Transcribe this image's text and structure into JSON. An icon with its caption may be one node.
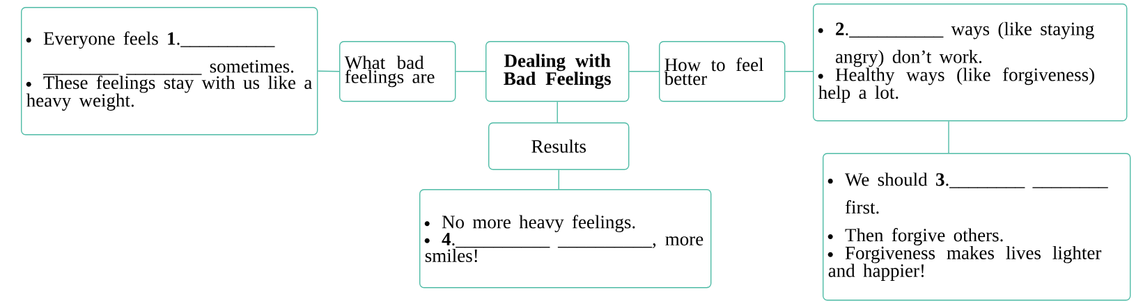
{
  "diagram": {
    "nodes": [
      {
        "text": [
          "Everyone feels **1**.__________ ________ ________ sometimes.",
          "These feelings stay with us like a heavy weight."
        ]
      },
      {
        "text": [
          "What bad feelings are"
        ]
      },
      {
        "text": [
          "Dealing with Bad Feelings"
        ]
      },
      {
        "text": [
          "How to feel better"
        ]
      },
      {
        "text": [
          "**2**.__________ ways (like staying angry) don’t work.",
          "Healthy ways (like forgiveness) help a lot."
        ]
      },
      {
        "text": [
          "Results"
        ]
      },
      {
        "text": [
          "No more heavy feelings.",
          "**4**.__________ __________, more smiles!"
        ]
      },
      {
        "text": [
          "We should **3**.________ ________ first.",
          "Then forgive others.",
          "Forgiveness makes lives lighter and happier!"
        ]
      }
    ],
    "edges": [
      {
        "from": 0,
        "to": 1,
        "arrow": "none"
      },
      {
        "from": 1,
        "to": 2,
        "arrow": "none"
      },
      {
        "from": 2,
        "to": 3,
        "arrow": "none"
      },
      {
        "from": 3,
        "to": 4,
        "arrow": "none"
      },
      {
        "from": 2,
        "to": 5,
        "arrow": "none"
      },
      {
        "from": 5,
        "to": 6,
        "arrow": "none"
      },
      {
        "from": 4,
        "to": 7,
        "arrow": "none"
      }
    ]
  }
}
